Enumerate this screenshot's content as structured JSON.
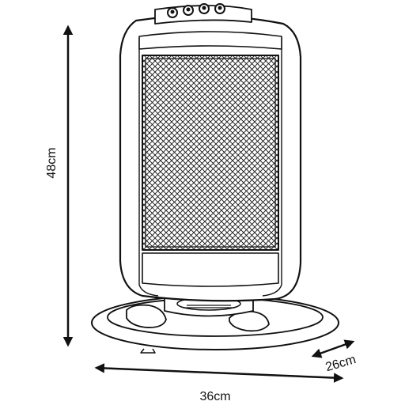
{
  "figure": {
    "subject": "heater-line-drawing",
    "dimensions": {
      "height": "48cm",
      "width": "36cm",
      "depth": "26cm"
    },
    "colors": {
      "line": "#111111",
      "fill": "#ffffff"
    }
  }
}
